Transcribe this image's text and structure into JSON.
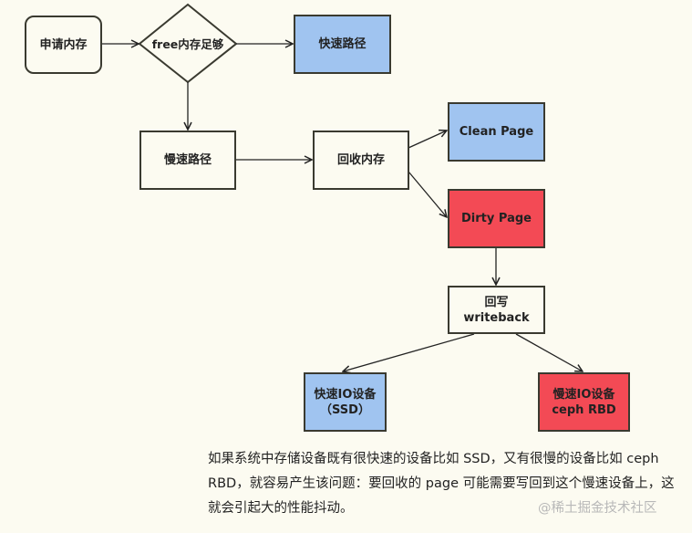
{
  "nodes": {
    "request": "申请内存",
    "decision": "free内存足够",
    "fast_path": "快速路径",
    "slow_path": "慢速路径",
    "reclaim": "回收内存",
    "clean_page": "Clean Page",
    "dirty_page": "Dirty Page",
    "writeback_line1": "回写",
    "writeback_line2": "writeback",
    "fast_io_line1": "快速IO设备",
    "fast_io_line2": "（SSD）",
    "slow_io_line1": "慢速IO设备",
    "slow_io_line2": "ceph RBD"
  },
  "colors": {
    "blue": "#a0c4f0",
    "red": "#f34a55",
    "background": "#fcfbf1"
  },
  "caption": "如果系统中存储设备既有很快速的设备比如 SSD，又有很慢的设备比如 ceph RBD，就容易产生该问题：要回收的 page 可能需要写回到这个慢速设备上，这就会引起大的性能抖动。",
  "watermark": "@稀土掘金技术社区"
}
